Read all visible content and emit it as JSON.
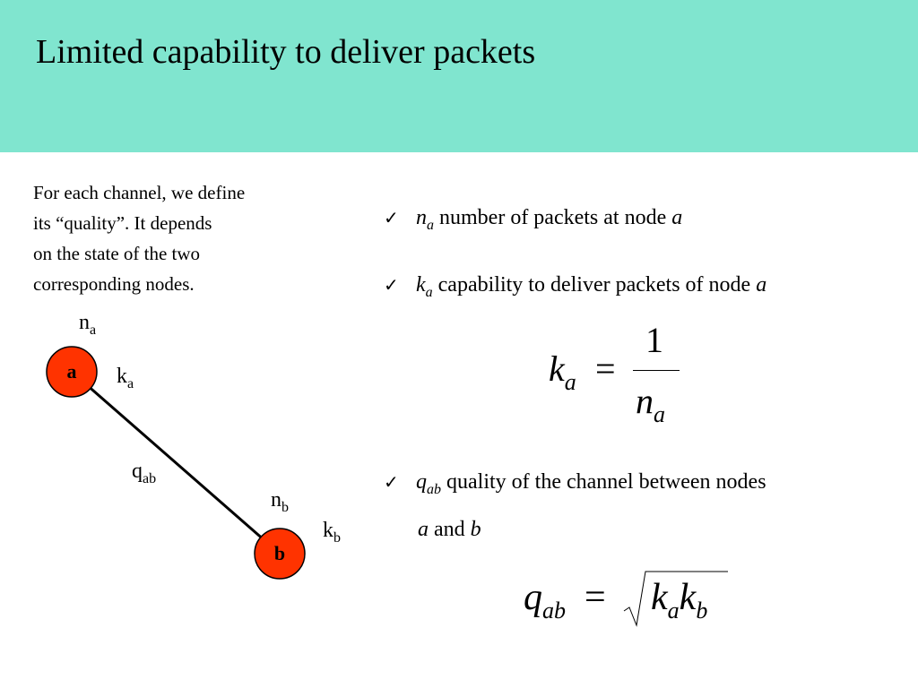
{
  "slide": {
    "title": "Limited capability to deliver packets",
    "intro_lines": [
      "For each channel, we define",
      "its “quality”. It depends",
      "on the state of the two",
      "corresponding nodes."
    ]
  },
  "diagram": {
    "node_a": {
      "label": "a",
      "n_label": "n",
      "n_sub": "a",
      "k_label": "k",
      "k_sub": "a"
    },
    "node_b": {
      "label": "b",
      "n_label": "n",
      "n_sub": "b",
      "k_label": "k",
      "k_sub": "b"
    },
    "edge": {
      "q_label": "q",
      "q_sub": "ab"
    },
    "colors": {
      "node_fill": "#ff3300",
      "node_stroke": "#000000",
      "edge": "#000000",
      "header_bg": "#80e5cf"
    }
  },
  "bullets": [
    {
      "var": "n",
      "sub": "a",
      "text": " number of packets at node ",
      "tail_italic": "a"
    },
    {
      "var": "k",
      "sub": "a",
      "text": " capability to deliver packets of node ",
      "tail_italic": "a"
    },
    {
      "var": "q",
      "sub": "ab",
      "text": " quality of the channel between nodes",
      "cont_a": "a",
      "cont_and": " and ",
      "cont_b": "b"
    }
  ],
  "equations": {
    "eq1": {
      "lhs": "k",
      "lhs_sub": "a",
      "eq": "=",
      "num": "1",
      "den": "n",
      "den_sub": "a"
    },
    "eq2": {
      "lhs": "q",
      "lhs_sub": "ab",
      "eq": "=",
      "r1": "k",
      "r1_sub": "a",
      "r2": "k",
      "r2_sub": "b"
    }
  },
  "icons": {
    "bullet": "check-icon"
  }
}
